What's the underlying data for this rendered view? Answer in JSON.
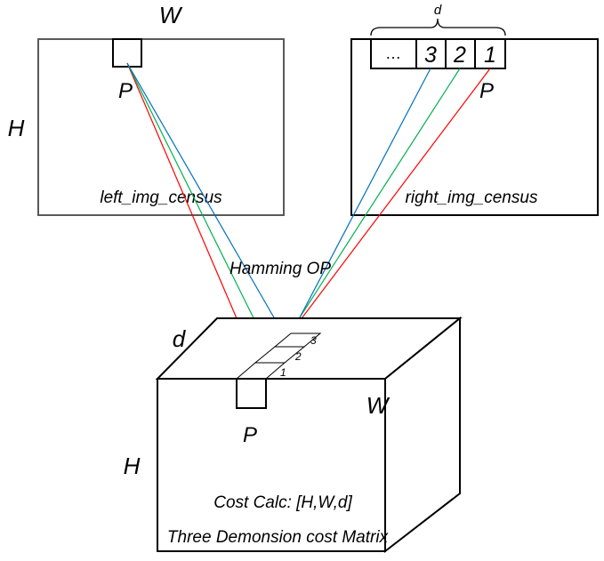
{
  "left_image": {
    "width_label": "W",
    "height_label": "H",
    "pixel_label": "P",
    "caption": "left_img_census"
  },
  "right_image": {
    "pixel_label": "P",
    "caption": "right_img_census",
    "disparity_label": "d",
    "cells": [
      "…",
      "3",
      "2",
      "1"
    ]
  },
  "operation_label": "Hamming OP",
  "cost_volume": {
    "depth_label": "d",
    "width_label": "W",
    "height_label": "H",
    "pixel_label": "P",
    "layer_labels": [
      "3",
      "2",
      "1"
    ],
    "calc_label": "Cost Calc: [H,W,d]",
    "caption": "Three Demonsion cost Matrix"
  },
  "colors": {
    "disparity_1": "#ff0000",
    "disparity_2": "#00b050",
    "disparity_3": "#0070c0",
    "outline": "#595959"
  }
}
